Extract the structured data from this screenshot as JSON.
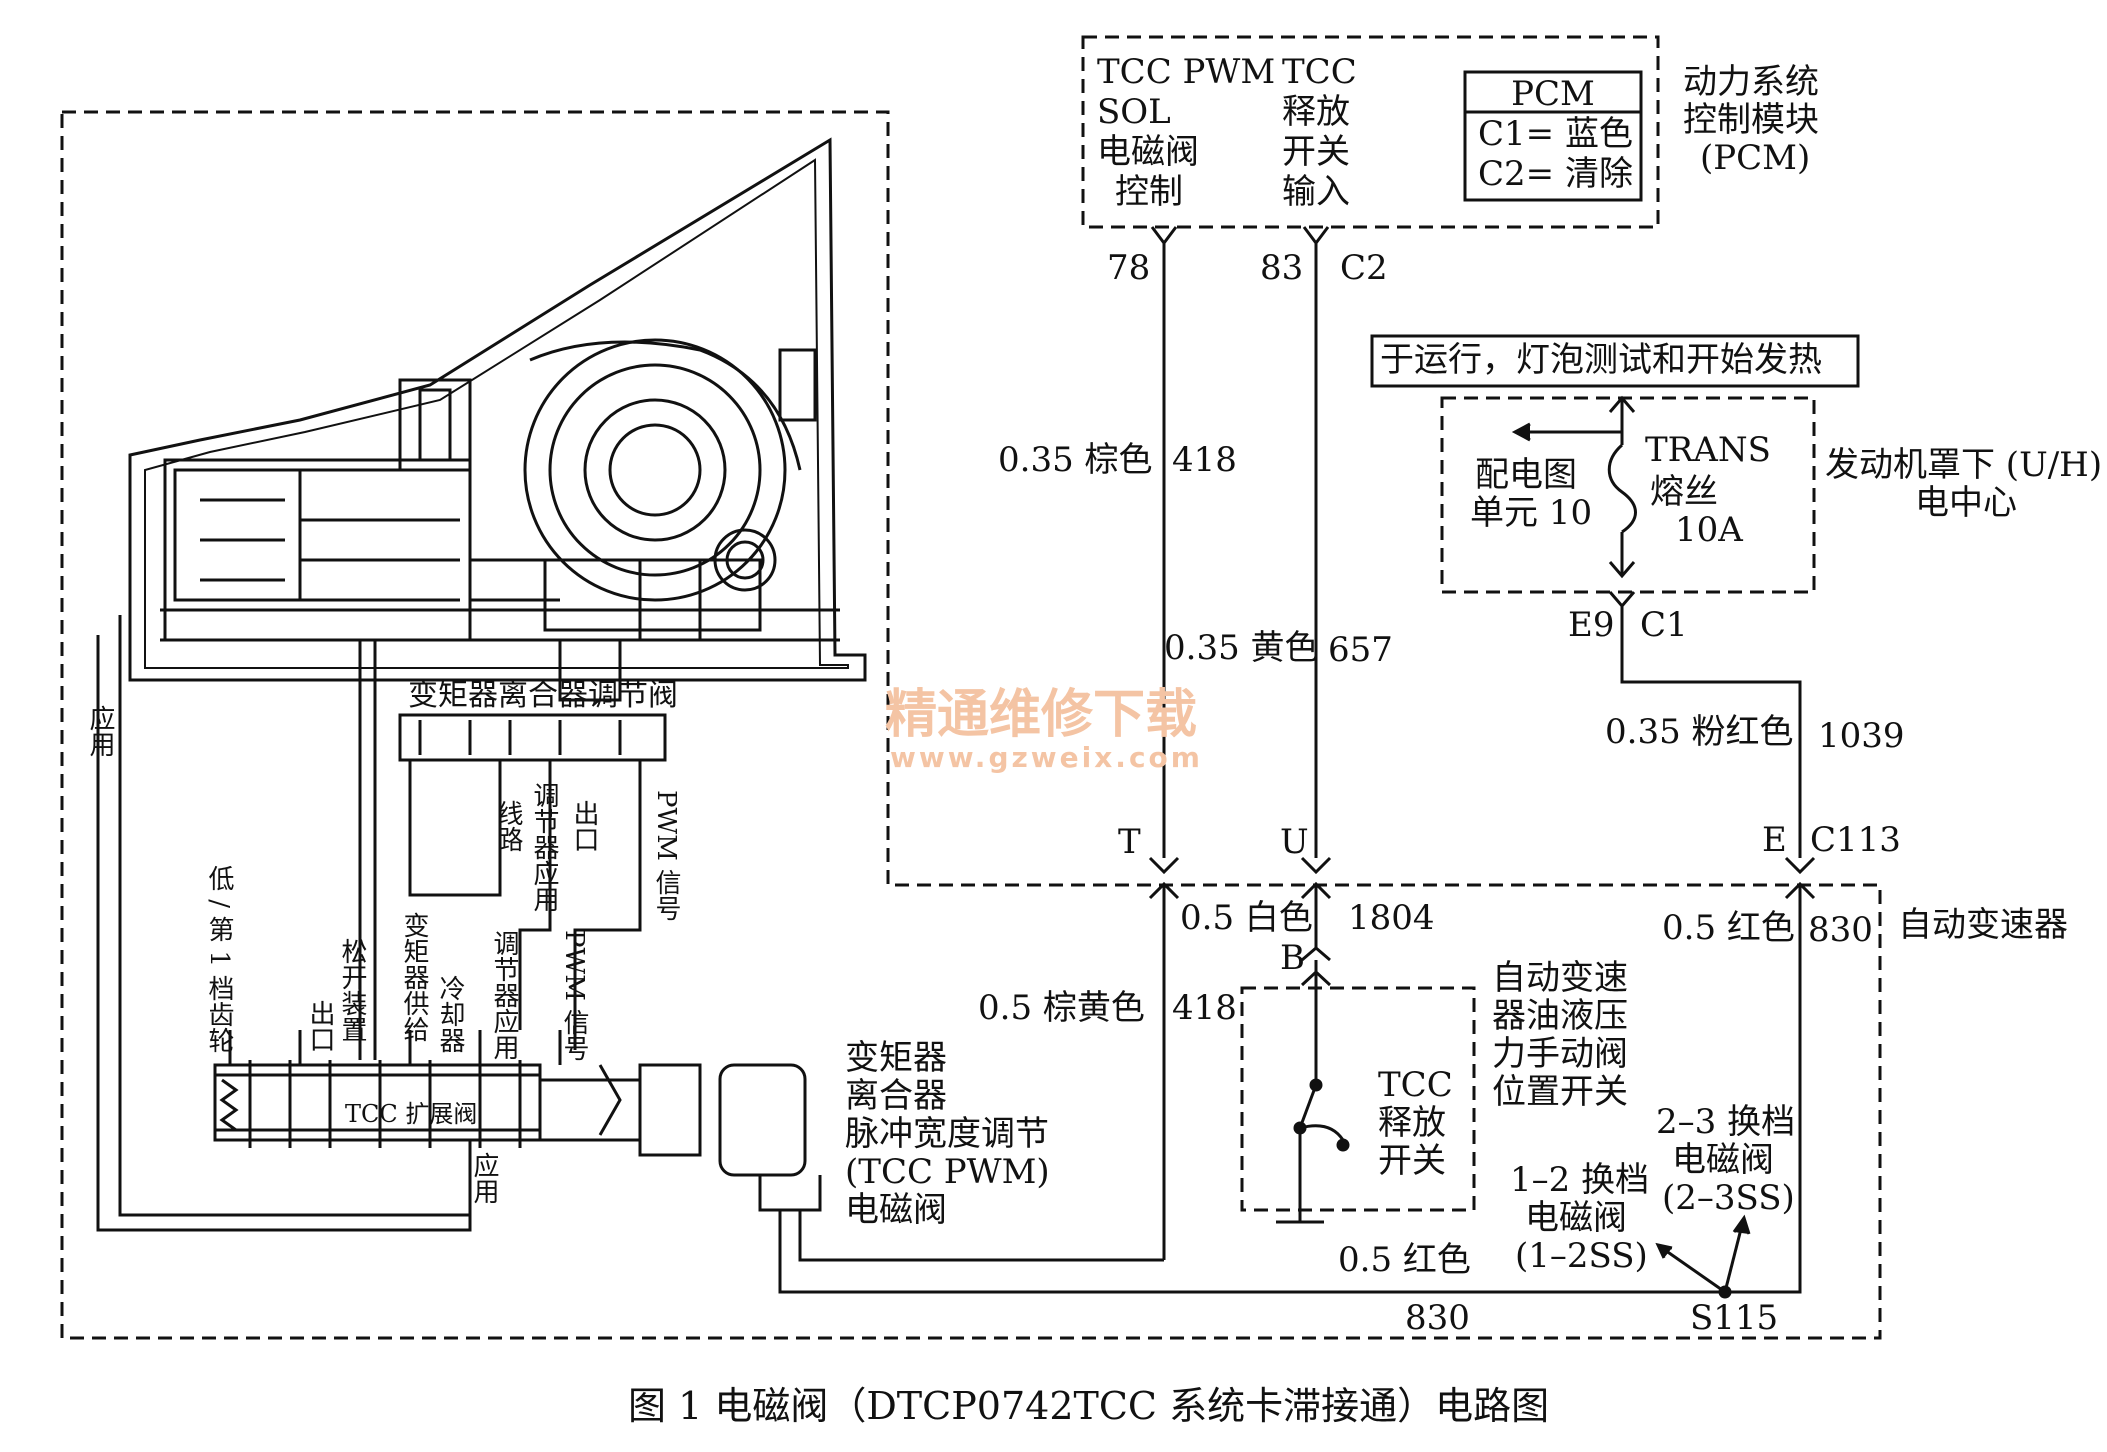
{
  "pcm": {
    "col1": [
      "TCC PWM",
      "SOL",
      "电磁阀",
      "控制"
    ],
    "col2": [
      "TCC",
      "释放",
      "开关",
      "输入"
    ],
    "legend_title": "PCM",
    "legend_c1": "C1= 蓝色",
    "legend_c2": "C2= 清除",
    "label_line1": "动力系统",
    "label_line2": "控制模块",
    "label_line3": "(PCM)"
  },
  "pins": {
    "p78": "78",
    "p83": "83",
    "c2": "C2",
    "e9": "E9",
    "c1": "C1",
    "t": "T",
    "u": "U",
    "e": "E",
    "c113": "C113",
    "b": "B",
    "s115": "S115"
  },
  "wires": {
    "w418_top": "0.35 棕色",
    "n418_top": "418",
    "w657": "0.35 黄色",
    "n657": "657",
    "w1039": "0.35 粉红色",
    "n1039": "1039",
    "w1804": "0.5 白色",
    "n1804": "1804",
    "w830": "0.5 红色",
    "n830": "830",
    "w418_bot": "0.5 棕黄色",
    "n418_bot": "418",
    "w830_bot": "0.5 红色",
    "n830_bot": "830"
  },
  "fuse": {
    "banner": "于运行，灯泡测试和开始发热",
    "name1": "TRANS",
    "name2": "熔丝",
    "name3": "10A",
    "ref1": "配电图",
    "ref2": "单元 10",
    "block1": "发动机罩下 (U/H)",
    "block2": "电中心"
  },
  "trans": {
    "label": "自动变速器",
    "pressure1": "自动变速",
    "pressure2": "器油液压",
    "pressure3": "力手动阀",
    "pressure4": "位置开关",
    "release1": "TCC",
    "release2": "释放",
    "release3": "开关",
    "ss12_1": "1–2 换档",
    "ss12_2": "电磁阀",
    "ss12_3": "(1–2SS)",
    "ss23_1": "2–3 换档",
    "ss23_2": "电磁阀",
    "ss23_3": "(2–3SS)"
  },
  "valve": {
    "title": "变矩器离合器调节阀",
    "sol1": "变矩器",
    "sol2": "离合器",
    "sol3": "脉冲宽度调节",
    "sol4": "(TCC PWM)",
    "sol5": "电磁阀",
    "apply_left": "应用",
    "apply_bottom": "应用",
    "low_gear": "低 / 第 1 档齿轮",
    "outlet1": "出口",
    "release_dev": "松开装置",
    "conv_feed": "变矩器供给",
    "cooler": "冷却器",
    "reg_apply": "调节器应用",
    "pwm_sig1": "PWM 信号",
    "pwm_sig2": "PWM 信号",
    "line": "线路",
    "reg_apply2": "调节器应用",
    "outlet2": "出口",
    "tcc_exp": "TCC 扩展阀"
  },
  "watermark": {
    "cn": "精通维修下载",
    "url": "www.gzweix.com"
  },
  "caption": "图 1 电磁阀（DTCP0742TCC 系统卡滞接通）电路图"
}
